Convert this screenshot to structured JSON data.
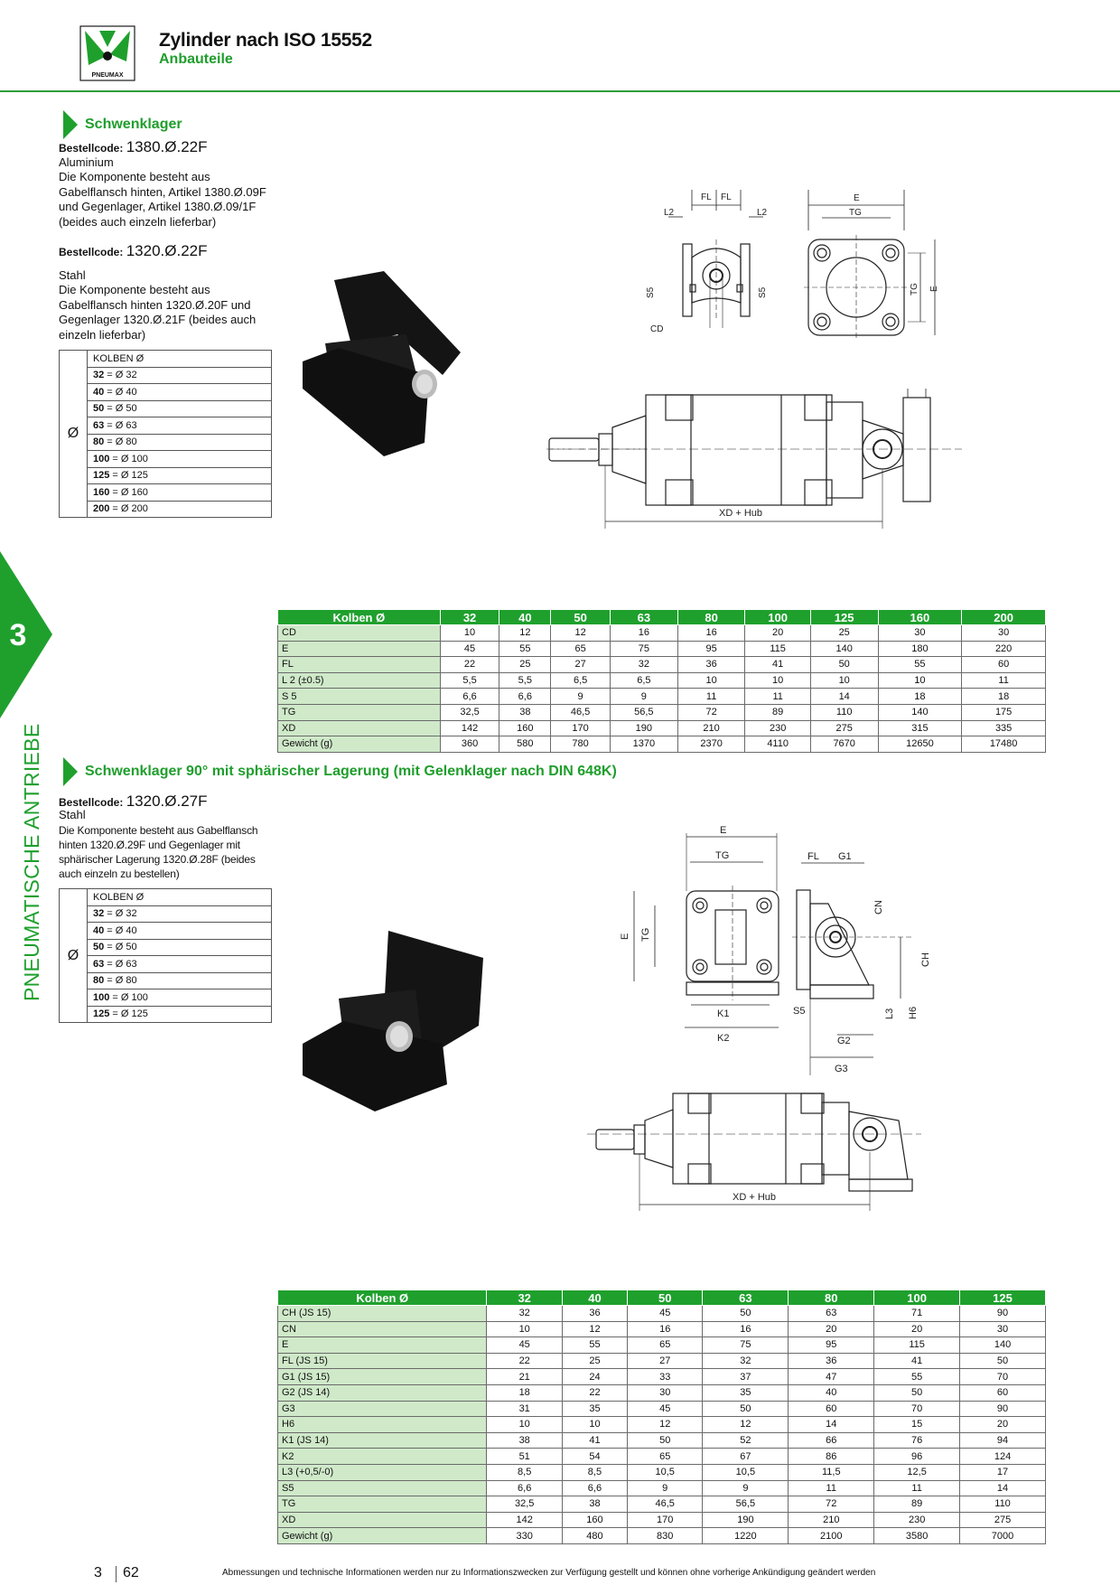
{
  "header": {
    "brand": "PNEUMAX",
    "title": "Zylinder nach ISO 15552",
    "subtitle": "Anbauteile"
  },
  "sidebar": {
    "chapter_number": "3",
    "chapter_label": "PNEUMATISCHE ANTRIEBE"
  },
  "section1": {
    "title": "Schwenklager",
    "code_label": "Bestellcode:",
    "code1": "1380.Ø.22F",
    "material1": "Aluminium",
    "desc1": [
      "Die Komponente besteht aus",
      "Gabelflansch hinten, Artikel 1380.Ø.09F",
      "und Gegenlager, Artikel 1380.Ø.09/1F",
      "(beides auch einzeln lieferbar)"
    ],
    "code2": "1320.Ø.22F",
    "material2": "Stahl",
    "desc2": [
      "Die Komponente besteht aus",
      "Gabelflansch hinten 1320.Ø.20F und",
      "Gegenlager 1320.Ø.21F (beides auch",
      "einzeln lieferbar)"
    ],
    "kolben_symbol": "Ø",
    "kolben_header": "KOLBEN Ø",
    "kolben": [
      {
        "k": "32",
        "v": " = Ø 32"
      },
      {
        "k": "40",
        "v": " = Ø 40"
      },
      {
        "k": "50",
        "v": " = Ø 50"
      },
      {
        "k": "63",
        "v": " = Ø 63"
      },
      {
        "k": "80",
        "v": " = Ø 80"
      },
      {
        "k": "100",
        "v": " = Ø 100"
      },
      {
        "k": "125",
        "v": " = Ø 125"
      },
      {
        "k": "160",
        "v": " = Ø 160"
      },
      {
        "k": "200",
        "v": " = Ø 200"
      }
    ],
    "drawing_labels": {
      "fl": "FL",
      "l2": "L2",
      "s5": "S5",
      "cd": "CD",
      "e": "E",
      "tg": "TG",
      "xd": "XD + Hub"
    },
    "table": {
      "header": [
        "Kolben Ø",
        "32",
        "40",
        "50",
        "63",
        "80",
        "100",
        "125",
        "160",
        "200"
      ],
      "rows": [
        [
          "CD",
          "10",
          "12",
          "12",
          "16",
          "16",
          "20",
          "25",
          "30",
          "30"
        ],
        [
          "E",
          "45",
          "55",
          "65",
          "75",
          "95",
          "115",
          "140",
          "180",
          "220"
        ],
        [
          "FL",
          "22",
          "25",
          "27",
          "32",
          "36",
          "41",
          "50",
          "55",
          "60"
        ],
        [
          "L 2 (±0.5)",
          "5,5",
          "5,5",
          "6,5",
          "6,5",
          "10",
          "10",
          "10",
          "10",
          "11"
        ],
        [
          "S 5",
          "6,6",
          "6,6",
          "9",
          "9",
          "11",
          "11",
          "14",
          "18",
          "18"
        ],
        [
          "TG",
          "32,5",
          "38",
          "46,5",
          "56,5",
          "72",
          "89",
          "110",
          "140",
          "175"
        ],
        [
          "XD",
          "142",
          "160",
          "170",
          "190",
          "210",
          "230",
          "275",
          "315",
          "335"
        ],
        [
          "Gewicht (g)",
          "360",
          "580",
          "780",
          "1370",
          "2370",
          "4110",
          "7670",
          "12650",
          "17480"
        ]
      ]
    }
  },
  "section2": {
    "title": "Schwenklager 90° mit sphärischer Lagerung (mit Gelenklager nach DIN 648K)",
    "code_label": "Bestellcode:",
    "code": "1320.Ø.27F",
    "material": "Stahl",
    "desc": [
      "Die Komponente besteht aus Gabelflansch",
      "hinten 1320.Ø.29F und Gegenlager mit",
      "sphärischer Lagerung 1320.Ø.28F (beides",
      "auch einzeln zu bestellen)"
    ],
    "kolben_symbol": "Ø",
    "kolben_header": "KOLBEN Ø",
    "kolben": [
      {
        "k": "32",
        "v": " = Ø 32"
      },
      {
        "k": "40",
        "v": " = Ø 40"
      },
      {
        "k": "50",
        "v": " = Ø 50"
      },
      {
        "k": "63",
        "v": " = Ø 63"
      },
      {
        "k": "80",
        "v": " = Ø 80"
      },
      {
        "k": "100",
        "v": " = Ø 100"
      },
      {
        "k": "125",
        "v": " = Ø 125"
      }
    ],
    "drawing_labels": {
      "e": "E",
      "tg": "TG",
      "fl": "FL",
      "g1": "G1",
      "cn": "CN",
      "ch": "CH",
      "k1": "K1",
      "k2": "K2",
      "s5": "S5",
      "l3": "L3",
      "h6": "H6",
      "g2": "G2",
      "g3": "G3",
      "xd": "XD + Hub"
    },
    "table": {
      "header": [
        "Kolben Ø",
        "32",
        "40",
        "50",
        "63",
        "80",
        "100",
        "125"
      ],
      "rows": [
        [
          "CH (JS 15)",
          "32",
          "36",
          "45",
          "50",
          "63",
          "71",
          "90"
        ],
        [
          "CN",
          "10",
          "12",
          "16",
          "16",
          "20",
          "20",
          "30"
        ],
        [
          "E",
          "45",
          "55",
          "65",
          "75",
          "95",
          "115",
          "140"
        ],
        [
          "FL (JS 15)",
          "22",
          "25",
          "27",
          "32",
          "36",
          "41",
          "50"
        ],
        [
          "G1 (JS 15)",
          "21",
          "24",
          "33",
          "37",
          "47",
          "55",
          "70"
        ],
        [
          "G2 (JS 14)",
          "18",
          "22",
          "30",
          "35",
          "40",
          "50",
          "60"
        ],
        [
          "G3",
          "31",
          "35",
          "45",
          "50",
          "60",
          "70",
          "90"
        ],
        [
          "H6",
          "10",
          "10",
          "12",
          "12",
          "14",
          "15",
          "20"
        ],
        [
          "K1 (JS 14)",
          "38",
          "41",
          "50",
          "52",
          "66",
          "76",
          "94"
        ],
        [
          "K2",
          "51",
          "54",
          "65",
          "67",
          "86",
          "96",
          "124"
        ],
        [
          "L3 (+0,5/-0)",
          "8,5",
          "8,5",
          "10,5",
          "10,5",
          "11,5",
          "12,5",
          "17"
        ],
        [
          "S5",
          "6,6",
          "6,6",
          "9",
          "9",
          "11",
          "11",
          "14"
        ],
        [
          "TG",
          "32,5",
          "38",
          "46,5",
          "56,5",
          "72",
          "89",
          "110"
        ],
        [
          "XD",
          "142",
          "160",
          "170",
          "190",
          "210",
          "230",
          "275"
        ],
        [
          "Gewicht (g)",
          "330",
          "480",
          "830",
          "1220",
          "2100",
          "3580",
          "7000"
        ]
      ]
    }
  },
  "footer": {
    "chapter": "3",
    "page": "62",
    "note": "Abmessungen und technische Informationen werden nur zu Informationszwecken zur Verfügung gestellt und können ohne vorherige Ankündigung geändert werden"
  }
}
